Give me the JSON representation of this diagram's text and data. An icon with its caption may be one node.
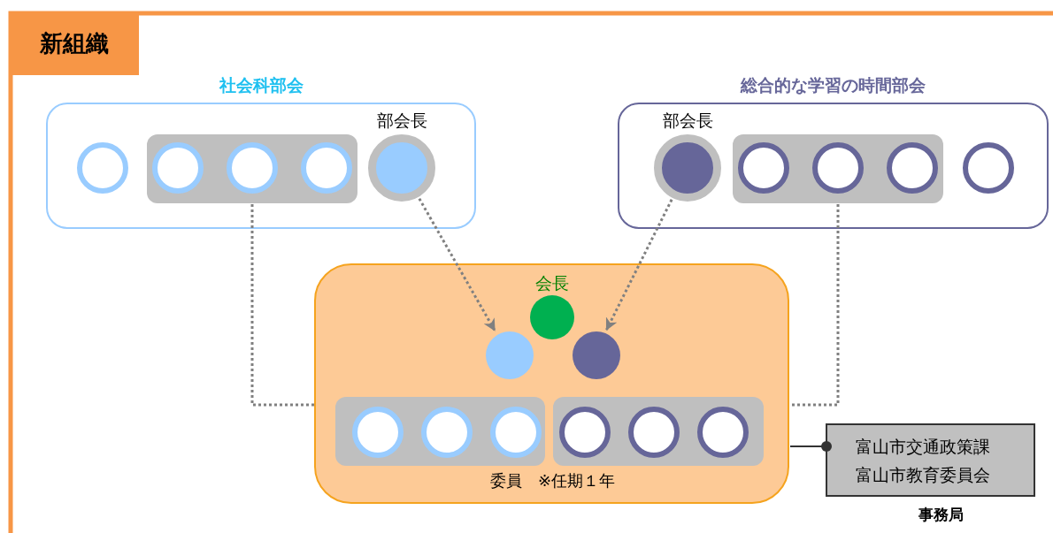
{
  "diagram": {
    "title": "新組織",
    "nodes": [
      {
        "text": [
          "社会科部会"
        ]
      },
      {
        "text": [],
        "shape": "circle",
        "in": 0
      },
      {
        "text": [],
        "shape": "box",
        "in": 0
      },
      {
        "text": [],
        "shape": "circle",
        "in": 2
      },
      {
        "text": [],
        "shape": "circle",
        "in": 2
      },
      {
        "text": [],
        "shape": "circle",
        "in": 2
      },
      {
        "text": [
          "部会長"
        ],
        "in": 0
      },
      {
        "text": [
          "総合的な学習の時間部会"
        ]
      },
      {
        "text": [
          "部会長"
        ],
        "in": 7
      },
      {
        "text": [],
        "shape": "box",
        "in": 7
      },
      {
        "text": [],
        "shape": "circle",
        "in": 9
      },
      {
        "text": [],
        "shape": "circle",
        "in": 9
      },
      {
        "text": [],
        "shape": "circle",
        "in": 9
      },
      {
        "text": [],
        "shape": "circle",
        "in": 7
      },
      {
        "text": [
          "委員　※任期１年"
        ]
      },
      {
        "text": [
          "会長"
        ],
        "in": 14
      },
      {
        "text": [],
        "shape": "circle",
        "in": 14
      },
      {
        "text": [],
        "shape": "circle",
        "in": 14
      },
      {
        "text": [],
        "shape": "box",
        "in": 14
      },
      {
        "text": [],
        "shape": "circle",
        "in": 18
      },
      {
        "text": [],
        "shape": "circle",
        "in": 18
      },
      {
        "text": [],
        "shape": "circle",
        "in": 18
      },
      {
        "text": [],
        "shape": "box",
        "in": 14
      },
      {
        "text": [],
        "shape": "circle",
        "in": 22
      },
      {
        "text": [],
        "shape": "circle",
        "in": 22
      },
      {
        "text": [],
        "shape": "circle",
        "in": 22
      },
      {
        "text": [
          "富山市交通政策課富山市教育委員会"
        ],
        "beside": [
          "事務局"
        ]
      }
    ],
    "edges": [
      {
        "from": 2,
        "to": 14,
        "arrow": "none",
        "style": "dashed",
        "color": "#808080"
      },
      {
        "from": 6,
        "to": 16,
        "arrow": "to",
        "style": "dashed",
        "color": "#808080"
      },
      {
        "from": 8,
        "to": 17,
        "arrow": "to",
        "style": "dashed",
        "color": "#808080"
      },
      {
        "from": 9,
        "to": 14,
        "arrow": "none",
        "style": "dashed",
        "color": "#808080"
      },
      {
        "from": 26,
        "to": 14,
        "arrow": "other"
      }
    ]
  }
}
